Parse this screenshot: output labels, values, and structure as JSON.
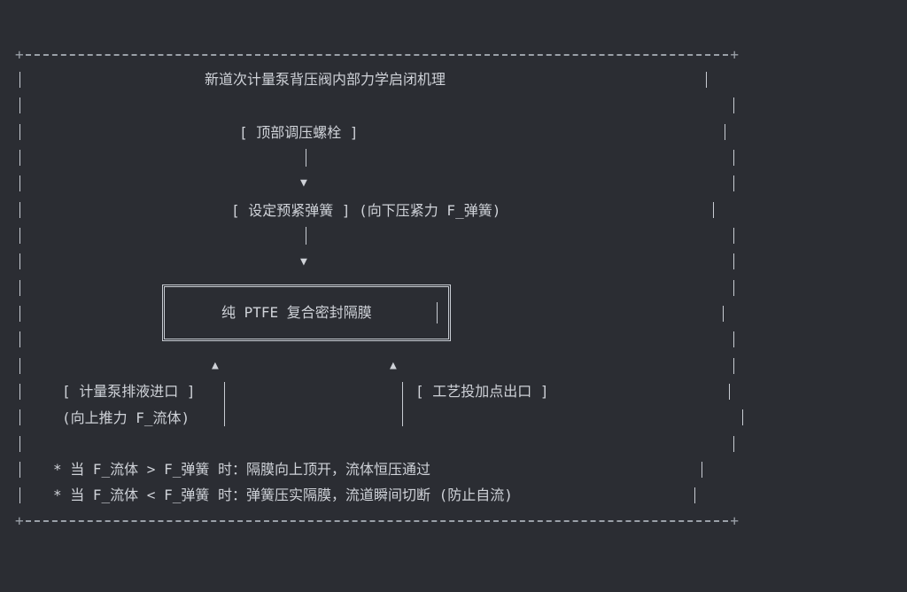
{
  "diagram": {
    "title": "新道次计量泵背压阀内部力学启闭机理",
    "top_bolt": "[ 顶部调压螺栓 ]",
    "spring": "[ 设定预紧弹簧 ] (向下压紧力 F_弹簧)",
    "membrane": "纯 PTFE 复合密封隔膜",
    "inlet_label": "[ 计量泵排液进口 ]",
    "inlet_force": "(向上推力 F_流体)",
    "outlet_label": "[ 工艺投加点出口 ]",
    "rule_open": "* 当 F_流体 > F_弹簧 时：隔膜向上顶开，流体恒压通过",
    "rule_close": "* 当 F_流体 < F_弹簧 时：弹簧压实隔膜，流道瞬间切断 (防止自流)",
    "corner_glyph": "+",
    "arrow_down_glyph": "▼",
    "arrow_up_glyph": "▲"
  }
}
